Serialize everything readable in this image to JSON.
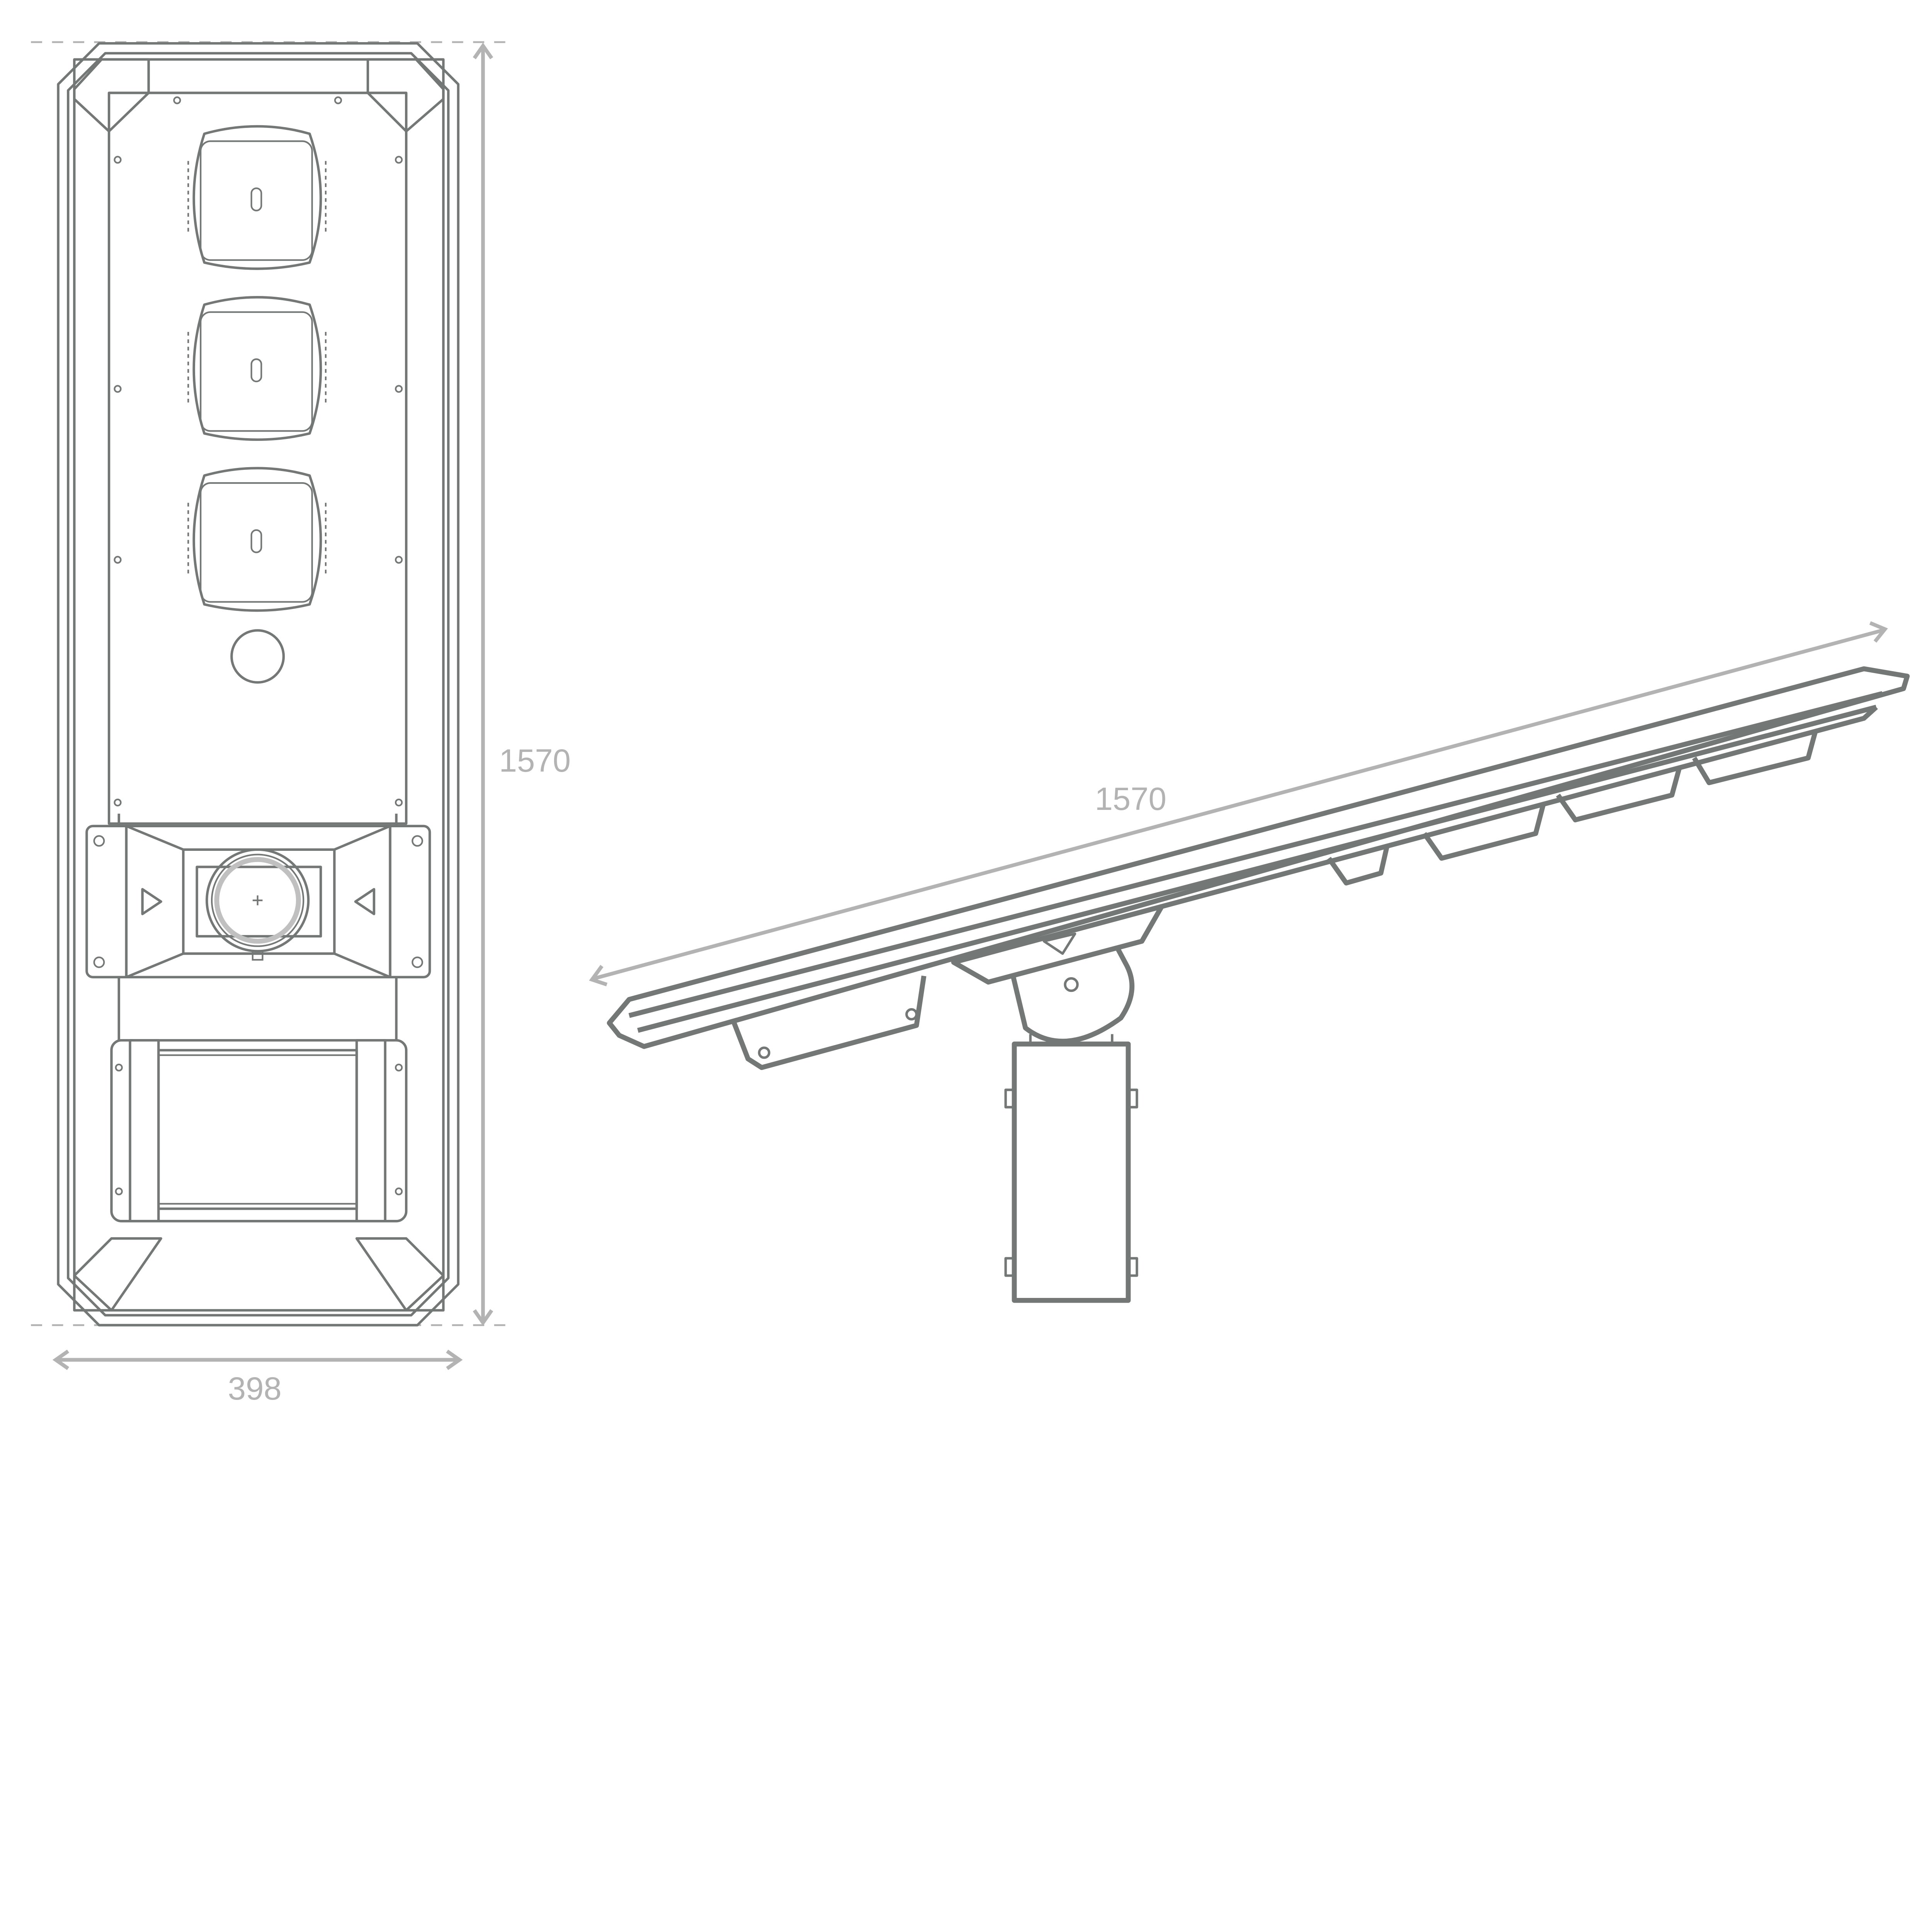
{
  "drawing": {
    "colors": {
      "line": "#737776",
      "dimension": "#b3b3b3",
      "background": "#ffffff"
    },
    "front_view": {
      "height_label": "1570",
      "width_label": "398",
      "led_modules": 3
    },
    "side_view": {
      "length_label": "1570"
    }
  }
}
